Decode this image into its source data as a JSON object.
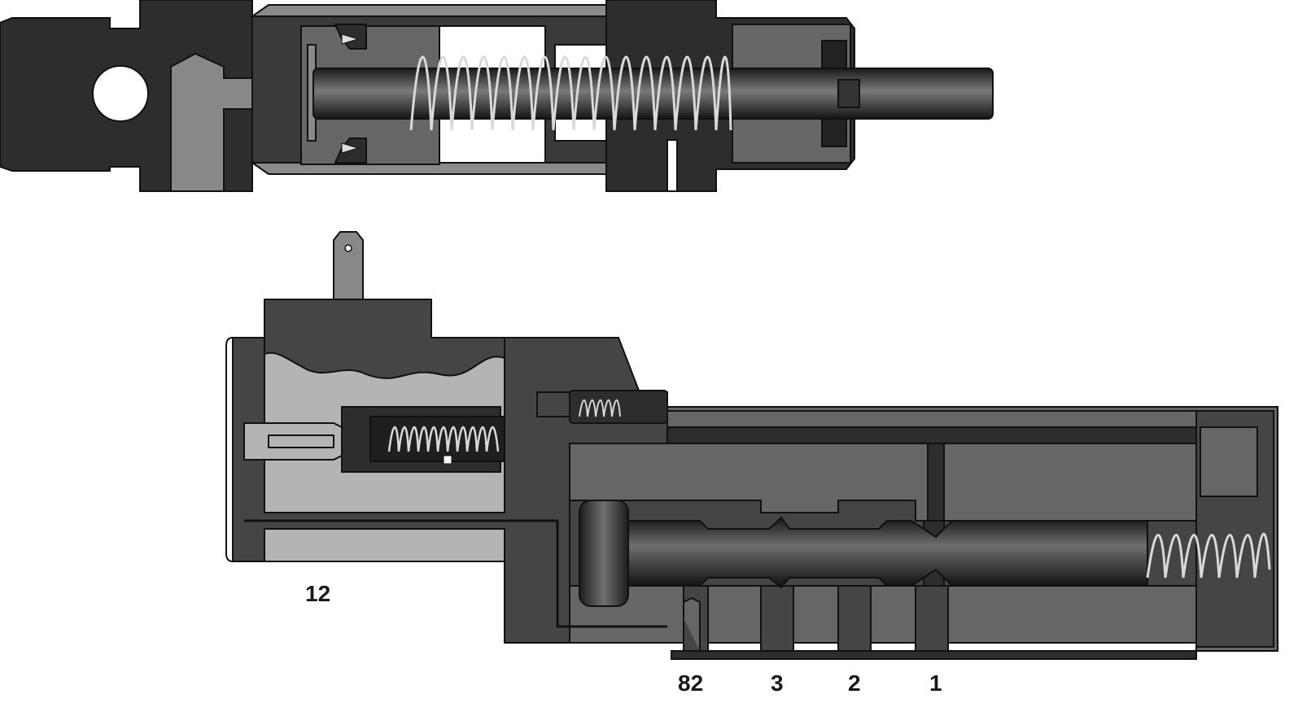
{
  "colors": {
    "body_dark": "#2d2d2d",
    "body_mid": "#454545",
    "body_gray": "#666666",
    "body_light": "#8c8c8c",
    "chamber_light": "#b4b4b4",
    "outline": "#111111",
    "spring": "#d9d9d9",
    "background": "#ffffff"
  },
  "icons": [
    "spring-icon",
    "piston-icon",
    "electrical-terminal-icon"
  ],
  "labels": {
    "pilot_port": "12",
    "port_82": "82",
    "port_3": "3",
    "port_2": "2",
    "port_1": "1"
  }
}
